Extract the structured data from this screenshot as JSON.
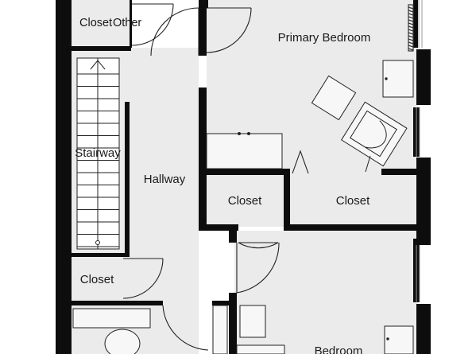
{
  "plan": {
    "rooms": {
      "closet_top_left": "Closet",
      "other": "Other",
      "primary_bedroom": "Primary Bedroom",
      "stairway": "Stairway",
      "hallway": "Hallway",
      "closet_center": "Closet",
      "closet_right": "Closet",
      "closet_bottom_left": "Closet",
      "bedroom": "Bedroom"
    },
    "colors": {
      "floor": "#ebebeb",
      "wall": "#0d0d0d",
      "fixture_stroke": "#222222",
      "fixture_fill": "#f7f7f7",
      "window": "#9a9a9a"
    }
  }
}
